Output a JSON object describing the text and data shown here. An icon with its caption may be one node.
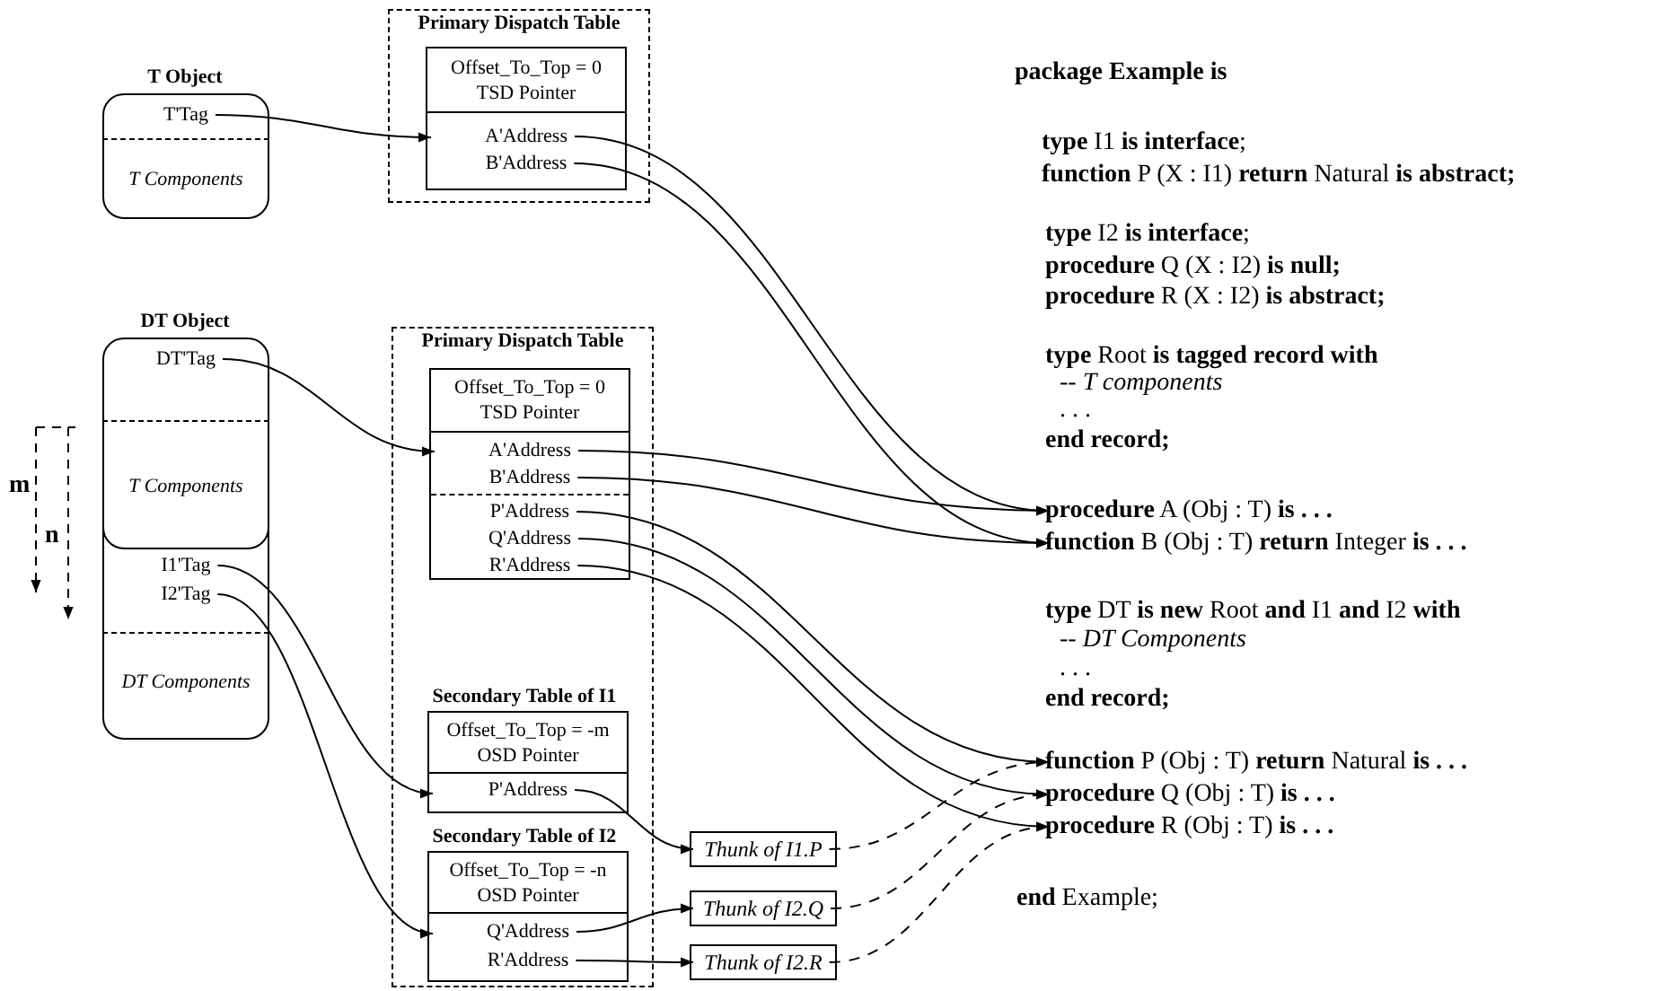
{
  "diagram": {
    "nodes": [
      {
        "text": [
          "T Object"
        ]
      },
      {
        "text": [
          "T'Tag"
        ],
        "in": 0
      },
      {
        "text": [
          "T Components"
        ],
        "in": 0
      },
      {
        "text": [
          "Primary Dispatch Table"
        ]
      },
      {
        "text": [
          "Offset_To_Top = 0 TSD Pointer"
        ],
        "in": 3
      },
      {
        "text": [
          "A'Address"
        ],
        "in": 3
      },
      {
        "text": [
          "B'Address"
        ],
        "in": 3
      },
      {
        "text": [
          "DT Object"
        ]
      },
      {
        "text": [
          "DT'Tag"
        ],
        "in": 7
      },
      {
        "text": [
          "T Components"
        ],
        "in": 7
      },
      {
        "text": [
          "I1'Tag"
        ],
        "in": 7
      },
      {
        "text": [
          "I2'Tag"
        ],
        "in": 7
      },
      {
        "text": [
          "DT Components"
        ],
        "in": 7
      },
      {
        "text": [
          "Primary Dispatch Table"
        ]
      },
      {
        "text": [
          "Offset_To_Top = 0 TSD Pointer"
        ],
        "in": 13
      },
      {
        "text": [
          "A'Address"
        ],
        "in": 13
      },
      {
        "text": [
          "B'Address"
        ],
        "in": 13
      },
      {
        "text": [
          "P'Address"
        ],
        "in": 13
      },
      {
        "text": [
          "Q'Address"
        ],
        "in": 13
      },
      {
        "text": [
          "R'Address"
        ],
        "in": 13
      },
      {
        "text": [
          "Secondary Table of I1"
        ],
        "in": 13
      },
      {
        "text": [
          "Offset_To_Top = -m OSD Pointer"
        ],
        "in": 20
      },
      {
        "text": [
          "P'Address"
        ],
        "in": 20
      },
      {
        "text": [
          "Secondary Table of I2"
        ],
        "in": 13
      },
      {
        "text": [
          "Offset_To_Top = -n OSD Pointer"
        ],
        "in": 23
      },
      {
        "text": [
          "Q'Address"
        ],
        "in": 23
      },
      {
        "text": [
          "R'Address"
        ],
        "in": 23
      },
      {
        "text": [
          "Thunk of I1.P"
        ]
      },
      {
        "text": [
          "Thunk of I2.Q"
        ]
      },
      {
        "text": [
          "Thunk of I2.R"
        ]
      },
      {
        "text": [
          "**procedure** A (Obj : T) **is . . .**"
        ]
      },
      {
        "text": [
          "**function** B (Obj : T) **return** Integer **is . . .**"
        ]
      },
      {
        "text": [
          "**function** P (Obj : T) **return** Natural **is . . .**"
        ]
      },
      {
        "text": [
          "**procedure** Q (Obj : T) **is . . .**"
        ]
      },
      {
        "text": [
          "**procedure** R (Obj : T) **is . . .**"
        ]
      }
    ],
    "edges": [
      {
        "from": 1,
        "to": 5,
        "arrow": "to"
      },
      {
        "from": 5,
        "to": 30,
        "arrow": "to"
      },
      {
        "from": 6,
        "to": 31,
        "arrow": "to"
      },
      {
        "from": 8,
        "to": 15,
        "arrow": "to"
      },
      {
        "from": 15,
        "to": 30,
        "arrow": "to"
      },
      {
        "from": 16,
        "to": 31,
        "arrow": "to"
      },
      {
        "from": 17,
        "to": 32,
        "arrow": "to"
      },
      {
        "from": 18,
        "to": 33,
        "arrow": "to"
      },
      {
        "from": 19,
        "to": 34,
        "arrow": "to"
      },
      {
        "from": 10,
        "to": 22,
        "arrow": "to"
      },
      {
        "from": 11,
        "to": 25,
        "arrow": "to"
      },
      {
        "from": 22,
        "to": 27,
        "arrow": "to"
      },
      {
        "from": 25,
        "to": 28,
        "arrow": "to"
      },
      {
        "from": 26,
        "to": 29,
        "arrow": "to"
      },
      {
        "from": 27,
        "to": 32,
        "arrow": "to",
        "style": "dashed"
      },
      {
        "from": 28,
        "to": 33,
        "arrow": "to",
        "style": "dashed"
      },
      {
        "from": 29,
        "to": 34,
        "arrow": "to",
        "style": "dashed"
      }
    ],
    "labels": [
      "m",
      "n",
      "package Example is",
      "**type** I1 **is interface**;",
      "**function** P (X : I1) **return** Natural **is abstract;**",
      "**type** I2 **is interface**;",
      "**procedure** Q (X : I2) **is null;**",
      "**procedure** R (X : I2) **is abstract;**",
      "**type** Root **is tagged record with**",
      "-- *T components*",
      ". . .",
      "end record;",
      "**type** DT **is new** Root **and** I1 **and** I2 **with**",
      "-- *DT Components*",
      ". . .",
      "end record;",
      "**end** Example;"
    ]
  }
}
